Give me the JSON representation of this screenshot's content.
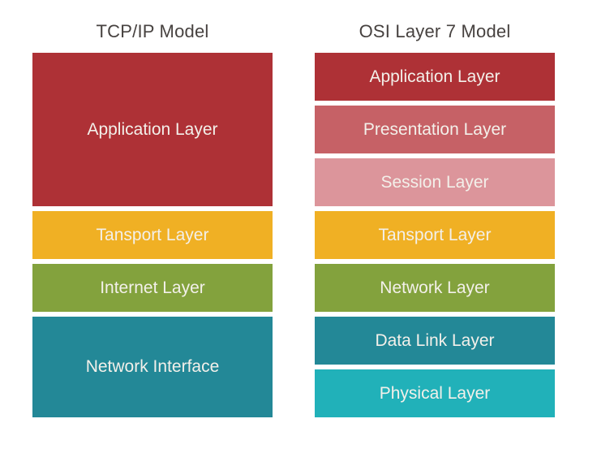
{
  "left": {
    "title": "TCP/IP Model",
    "layers": [
      {
        "label": "Application Layer",
        "color": "#AE3136",
        "span": 3
      },
      {
        "label": "Tansport Layer",
        "color": "#F0B024",
        "span": 1
      },
      {
        "label": "Internet Layer",
        "color": "#83A23D",
        "span": 1
      },
      {
        "label": "Network Interface",
        "color": "#238897",
        "span": 2
      }
    ]
  },
  "right": {
    "title": "OSI Layer 7 Model",
    "layers": [
      {
        "label": "Application Layer",
        "color": "#AE3136",
        "span": 1
      },
      {
        "label": "Presentation Layer",
        "color": "#C66166",
        "span": 1
      },
      {
        "label": "Session Layer",
        "color": "#DC959B",
        "span": 1
      },
      {
        "label": "Tansport Layer",
        "color": "#F0B024",
        "span": 1
      },
      {
        "label": "Network Layer",
        "color": "#83A23D",
        "span": 1
      },
      {
        "label": "Data Link Layer",
        "color": "#238897",
        "span": 1
      },
      {
        "label": "Physical Layer",
        "color": "#21B1B9",
        "span": 1
      }
    ]
  },
  "style": {
    "background": "#FFFFFF",
    "title_color": "#474240",
    "label_color": "#F3F0EA"
  }
}
